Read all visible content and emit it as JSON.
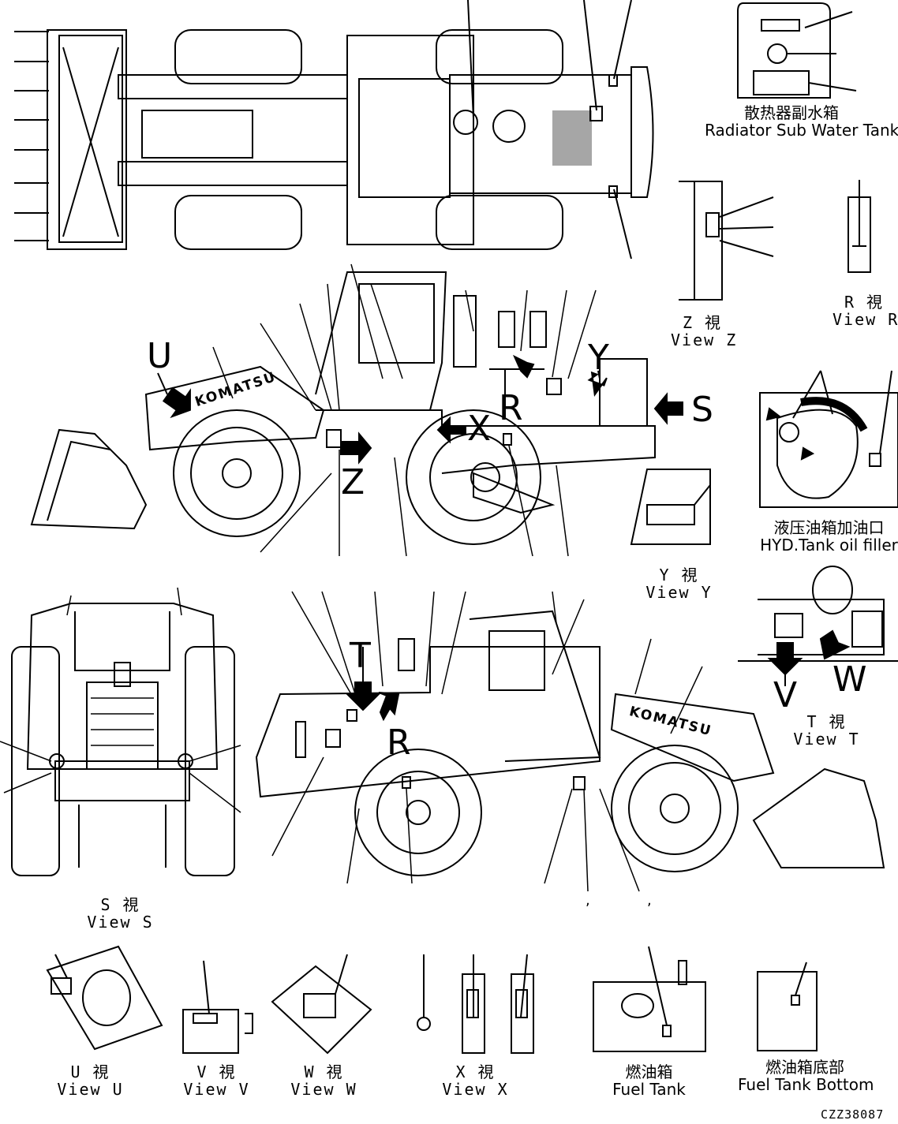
{
  "views": {
    "radiator": {
      "cn": "散热器副水箱",
      "en": "Radiator Sub Water Tank"
    },
    "z": {
      "cn": "Z 視",
      "en": "View Z"
    },
    "r": {
      "cn": "R 視",
      "en": "View R"
    },
    "hyd": {
      "cn": "液压油箱加油口",
      "en": "HYD.Tank oil filler"
    },
    "y": {
      "cn": "Y 視",
      "en": "View Y"
    },
    "t": {
      "cn": "T 視",
      "en": "View T"
    },
    "s": {
      "cn": "S 視",
      "en": "View S"
    },
    "u": {
      "cn": "U 視",
      "en": "View U"
    },
    "v": {
      "cn": "V 視",
      "en": "View V"
    },
    "w": {
      "cn": "W 視",
      "en": "View W"
    },
    "x": {
      "cn": "X 視",
      "en": "View X"
    },
    "fuel_tank": {
      "cn": "燃油箱",
      "en": "Fuel Tank"
    },
    "fuel_tank_bottom": {
      "cn": "燃油箱底部",
      "en": "Fuel Tank Bottom"
    }
  },
  "arrow_letters": {
    "u": "U",
    "y": "Y",
    "s": "S",
    "x": "X",
    "r1": "R",
    "z": "Z",
    "t": "T",
    "r2": "R",
    "v": "V",
    "w": "W"
  },
  "brand": "KOMATSU",
  "drawing_code": "CZZ38087",
  "stray_marks": [
    ",",
    ","
  ]
}
